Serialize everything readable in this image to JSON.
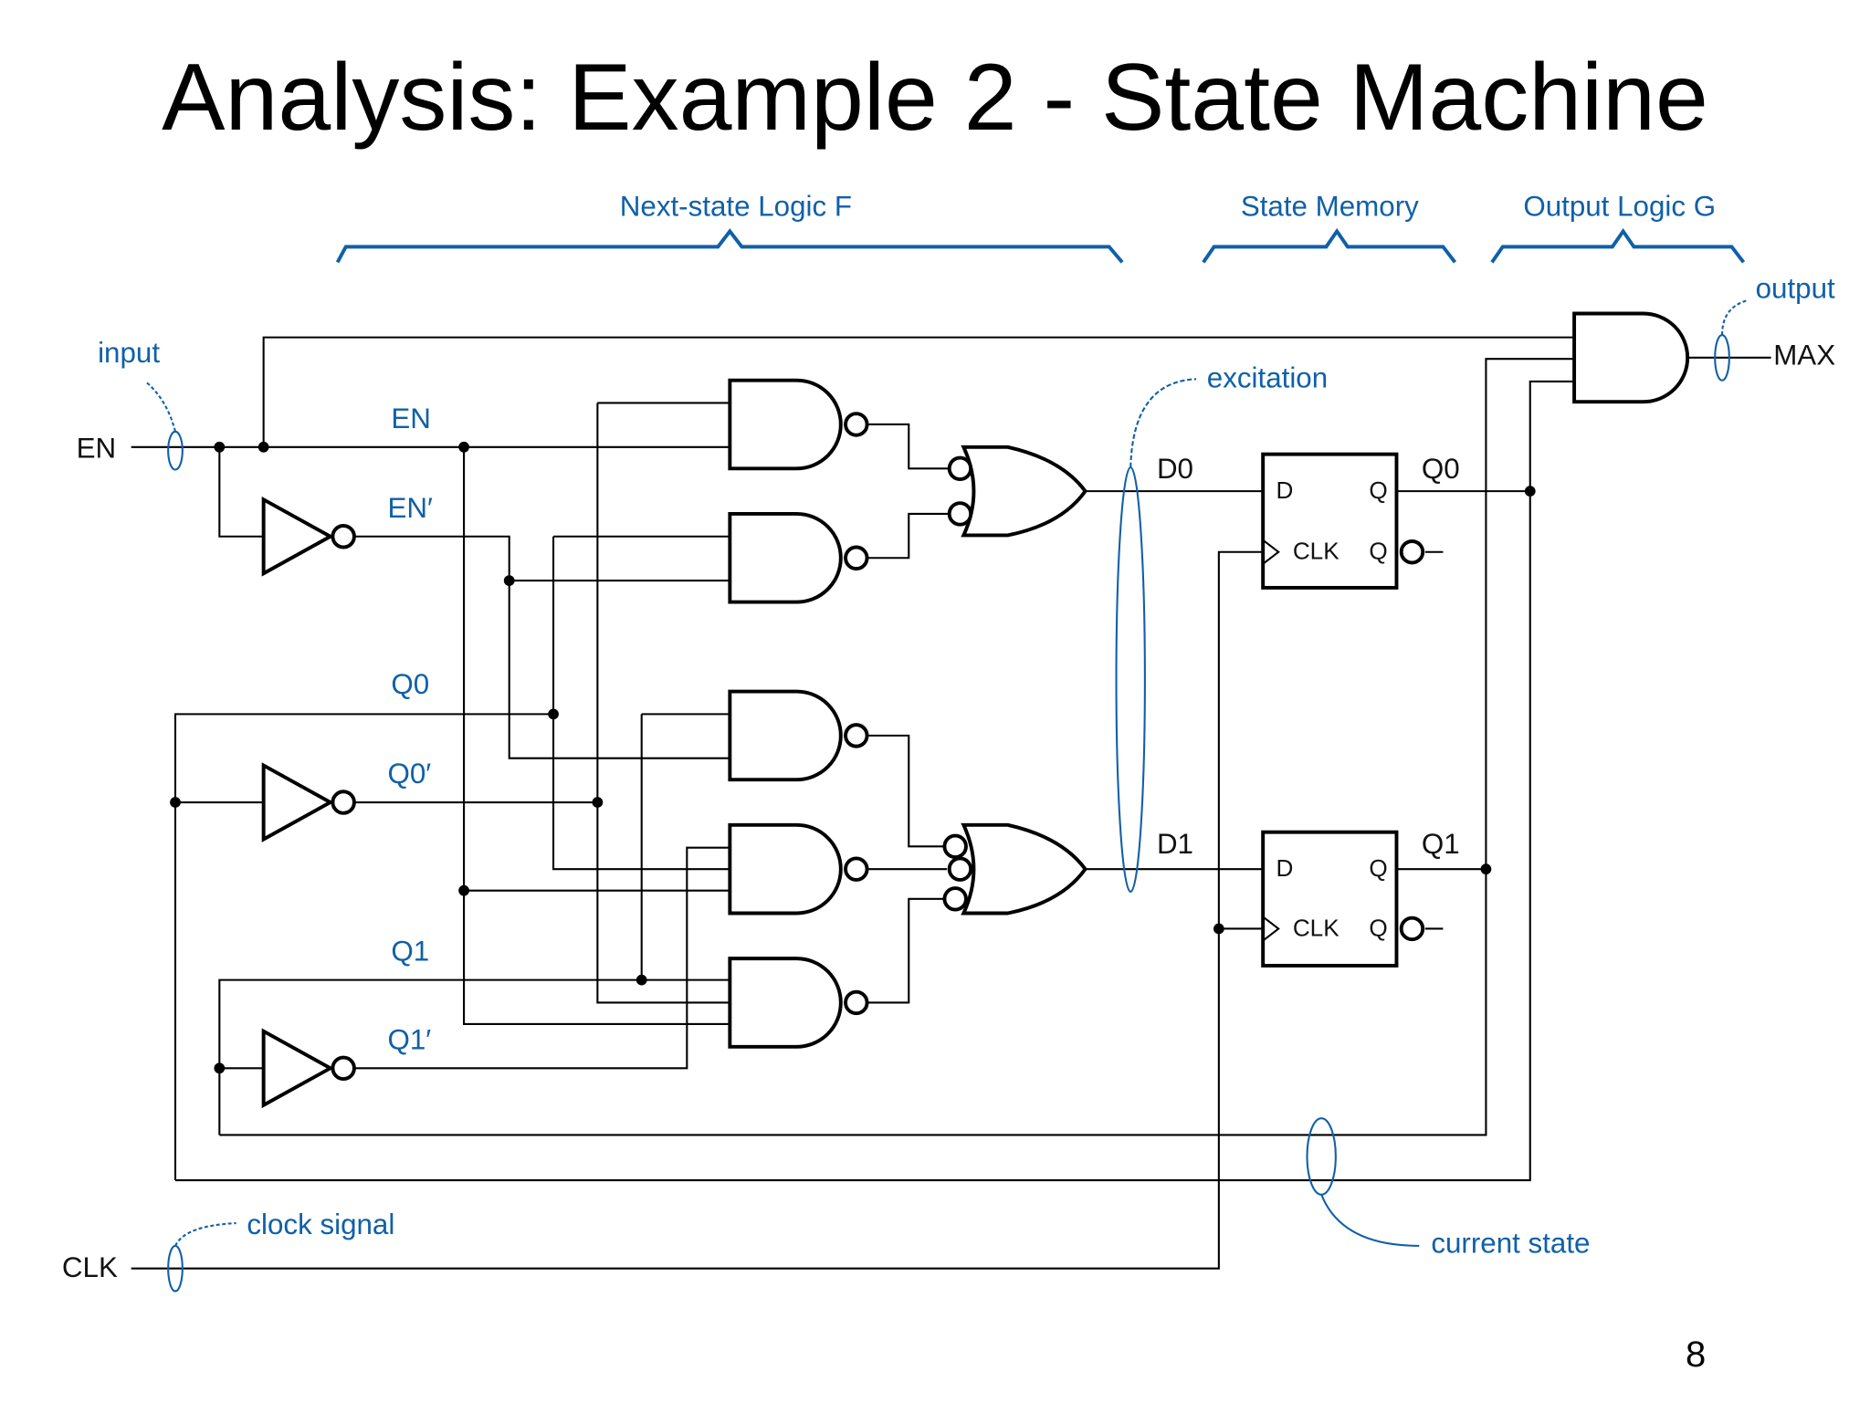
{
  "slide": {
    "title": "Analysis: Example 2 - State Machine",
    "page_number": "8"
  },
  "sections": {
    "next_state": "Next-state Logic F",
    "state_memory": "State Memory",
    "output_logic": "Output Logic G"
  },
  "annotations": {
    "input": "input",
    "output": "output",
    "excitation": "excitation",
    "clock_signal": "clock signal",
    "current_state": "current state"
  },
  "signals": {
    "en_in": "EN",
    "clk_in": "CLK",
    "en": "EN",
    "en_n": "EN′",
    "q0": "Q0",
    "q0_n": "Q0′",
    "q1": "Q1",
    "q1_n": "Q1′",
    "d0": "D0",
    "d1": "D1",
    "q0_out": "Q0",
    "q1_out": "Q1",
    "max": "MAX"
  },
  "flipflop": {
    "d": "D",
    "q": "Q",
    "clk": "CLK",
    "qn": "Q"
  },
  "colors": {
    "annotation": "#1060a8",
    "wire": "#000000"
  }
}
